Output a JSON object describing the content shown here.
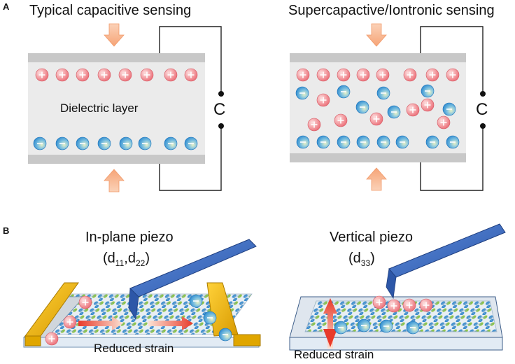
{
  "panel_a": {
    "letter": "A",
    "left": {
      "title": "Typical capacitive sensing",
      "layer_label": "Dielectric layer",
      "capacitor_label": "C"
    },
    "right": {
      "title": "Supercapactive/Iontronic sensing",
      "capacitor_label": "C"
    }
  },
  "panel_b": {
    "letter": "B",
    "left": {
      "title": "In-plane piezo",
      "coef_main": "(d",
      "coef_sub1": "11",
      "coef_sep": ",d",
      "coef_sub2": "22",
      "coef_close": ")",
      "strain_label": "Reduced strain"
    },
    "right": {
      "title": "Vertical piezo",
      "coef_main": "(d",
      "coef_sub1": "33",
      "coef_close": ")",
      "strain_label": "Reduced strain"
    }
  },
  "ion_symbols": {
    "positive": "+",
    "negative": "−"
  },
  "colors": {
    "plate": "#c8c8c8",
    "dielectric": "#ebebeb",
    "arrow": "#f7b58e",
    "cation": "#f08080",
    "anion": "#2b8fd6",
    "tip": "#3f6fc4",
    "electrode": "#e8b400",
    "substrate": "#dfe9f3"
  }
}
